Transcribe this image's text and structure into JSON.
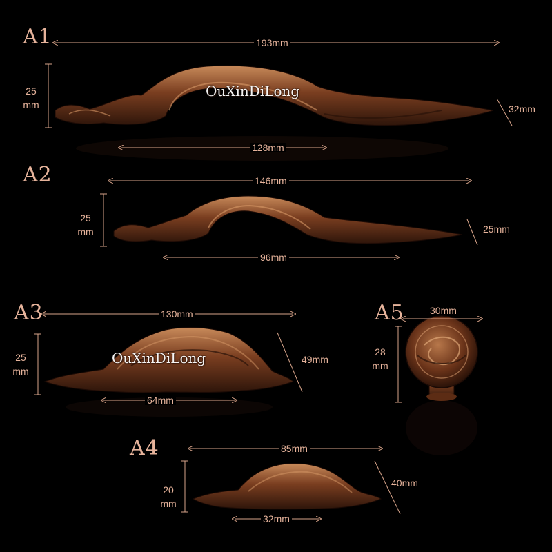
{
  "labels": {
    "a1": "A1",
    "a2": "A2",
    "a3": "A3",
    "a4": "A4",
    "a5": "A5"
  },
  "dimensions": {
    "a1_overall": "193mm",
    "a1_hole": "128mm",
    "a1_height_value": "25",
    "a1_height_unit": "mm",
    "a1_depth": "32mm",
    "a2_overall": "146mm",
    "a2_hole": "96mm",
    "a2_height_value": "25",
    "a2_height_unit": "mm",
    "a2_depth": "25mm",
    "a3_overall": "130mm",
    "a3_hole": "64mm",
    "a3_height_value": "25",
    "a3_height_unit": "mm",
    "a3_depth": "49mm",
    "a4_overall": "85mm",
    "a4_hole": "32mm",
    "a4_height_value": "20",
    "a4_height_unit": "mm",
    "a4_depth": "40mm",
    "a5_width": "30mm",
    "a5_height_value": "28",
    "a5_height_unit": "mm"
  },
  "watermark": "OuXinDiLong",
  "colors": {
    "background": "#000000",
    "text": "#e6b39b",
    "metal_dark": "#3a1c10",
    "metal_mid": "#7a3e20",
    "metal_light": "#c88a5a"
  }
}
